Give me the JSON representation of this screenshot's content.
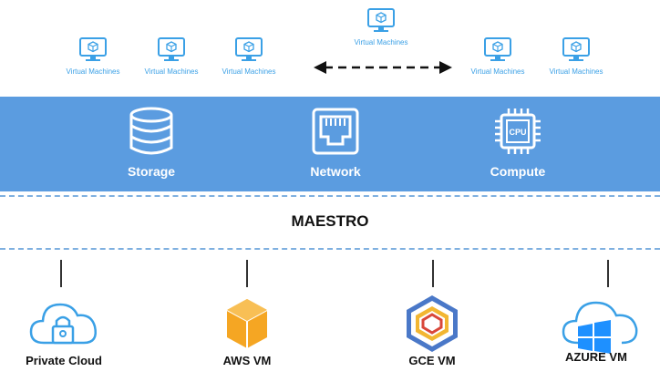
{
  "vm_label": "Virtual Machines",
  "vm_groups": {
    "left": [
      "Virtual Machines",
      "Virtual Machines",
      "Virtual Machines"
    ],
    "top": "Virtual Machines",
    "right": [
      "Virtual Machines",
      "Virtual Machines"
    ]
  },
  "band": {
    "storage_label": "Storage",
    "network_label": "Network",
    "compute_label": "Compute",
    "cpu_text": "CPU"
  },
  "maestro_label": "MAESTRO",
  "providers": {
    "private_cloud": "Private Cloud",
    "aws": "AWS VM",
    "gce": "GCE VM",
    "azure": "AZURE VM"
  },
  "colors": {
    "band": "#5b9ce0",
    "vm_icon": "#3aa0e6",
    "aws_orange": "#f5a623",
    "gce_blue": "#4a78c8",
    "gce_yellow": "#f2b632",
    "gce_red": "#d9473a",
    "azure_blue": "#1e90ff"
  }
}
